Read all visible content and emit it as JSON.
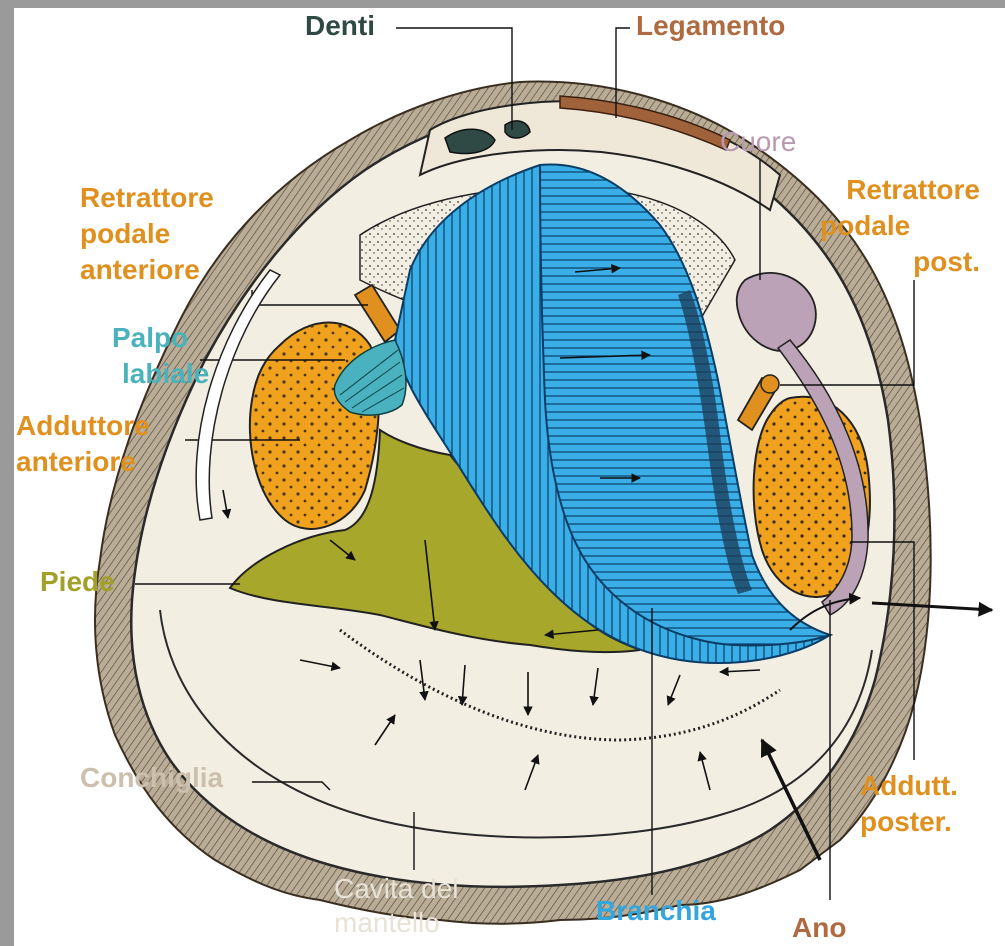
{
  "labels": {
    "denti": "Denti",
    "legamento": "Legamento",
    "cuore": "Cuore",
    "retrattore_post": [
      "Retrattore",
      "podale",
      "post."
    ],
    "retrattore_ant": [
      "Retrattore",
      "podale",
      "anteriore"
    ],
    "palpo": [
      "Palpo",
      "labiale"
    ],
    "adduttore_ant": [
      "Adduttore",
      "anteriore"
    ],
    "piede": "Piede",
    "conchiglia": "Conchiglia",
    "cavita": [
      "Cavita del",
      "mantello"
    ],
    "branchia": "Branchia",
    "ano": "Ano",
    "addutt_post": [
      "Addutt.",
      "poster."
    ]
  },
  "colors": {
    "frame": "#9a9a9a",
    "shell": "#b9ad98",
    "mantle": "#f3eee2",
    "gill": "#3aaee6",
    "gill_line": "#0b3d66",
    "foot": "#a7a72c",
    "adductor": "#f0a21e",
    "heart": "#bba2b6",
    "palp": "#49b2be",
    "label_orange": "#e0901e",
    "label_brown": "#b06a40",
    "label_dark": "#2f4a44",
    "label_mauve": "#b89ab0",
    "label_blue": "#33a6dd",
    "label_teal": "#4bb2bc",
    "label_olive": "#a3a02a",
    "label_beige": "#cdbfad",
    "label_light": "#e8e2d6"
  }
}
